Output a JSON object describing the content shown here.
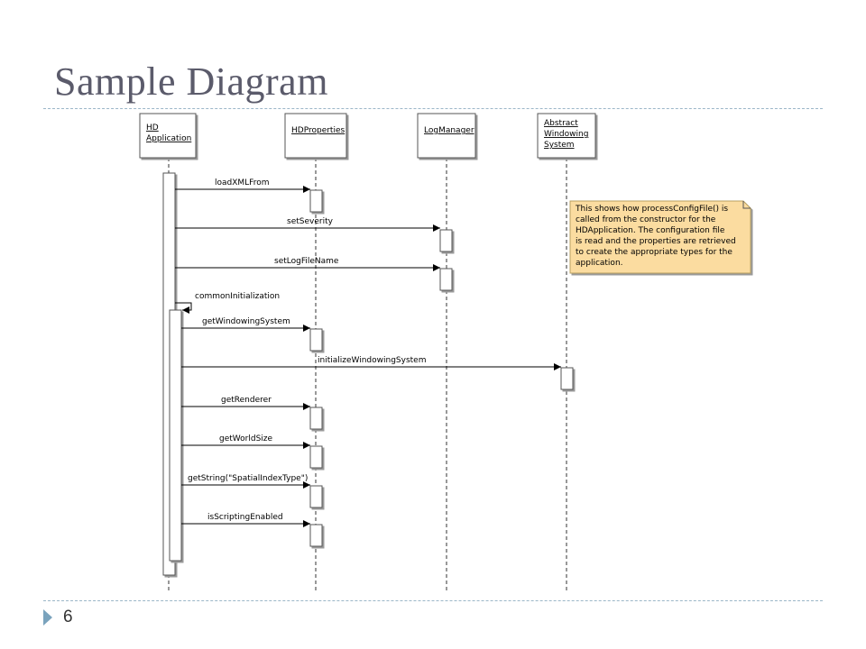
{
  "slide": {
    "title": "Sample Diagram",
    "page_number": "6"
  },
  "diagram": {
    "participants": [
      {
        "id": "hd",
        "lines": [
          "HD",
          "Application"
        ]
      },
      {
        "id": "props",
        "lines": [
          "HDProperties"
        ]
      },
      {
        "id": "log",
        "lines": [
          "LogManager"
        ]
      },
      {
        "id": "aws",
        "lines": [
          "Abstract",
          "Windowing",
          "System"
        ]
      }
    ],
    "messages": [
      {
        "label": "loadXMLFrom",
        "from": "hd",
        "to": "props"
      },
      {
        "label": "setSeverity",
        "from": "hd",
        "to": "log"
      },
      {
        "label": "setLogFileName",
        "from": "hd",
        "to": "log"
      },
      {
        "label": "commonInitialization",
        "from": "hd",
        "to": "hd"
      },
      {
        "label": "getWindowingSystem",
        "from": "hd",
        "to": "props"
      },
      {
        "label": "initializeWindowingSystem",
        "from": "hd",
        "to": "aws"
      },
      {
        "label": "getRenderer",
        "from": "hd",
        "to": "props"
      },
      {
        "label": "getWorldSize",
        "from": "hd",
        "to": "props"
      },
      {
        "label": "getString(\"SpatialIndexType\")",
        "from": "hd",
        "to": "props"
      },
      {
        "label": "isScriptingEnabled",
        "from": "hd",
        "to": "props"
      }
    ],
    "note": {
      "lines": [
        "This shows how processConfigFile() is",
        "called from the constructor for the",
        "HDApplication. The configuration file",
        "is read and the properties are retrieved",
        "to create the appropriate types for the",
        "application."
      ],
      "fill": "#fbdca0",
      "stroke": "#b8a060"
    }
  }
}
